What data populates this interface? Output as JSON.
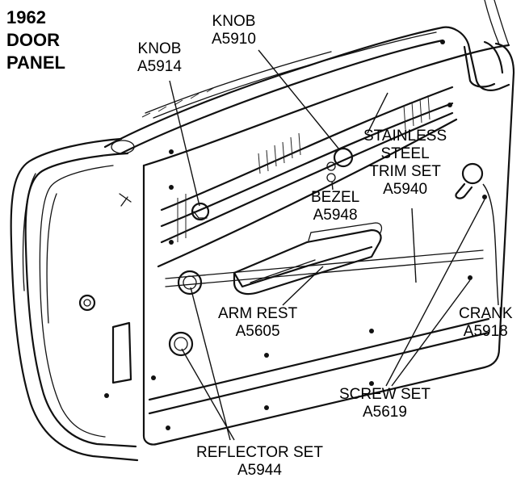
{
  "title": {
    "line1": "1962",
    "line2": "DOOR",
    "line3": "PANEL"
  },
  "labels": {
    "knob_a5914": {
      "name": "KNOB",
      "part": "A5914"
    },
    "knob_a5910": {
      "name": "KNOB",
      "part": "A5910"
    },
    "trim_set": {
      "line1": "STAINLESS",
      "line2": "STEEL",
      "line3": "TRIM SET",
      "part": "A5940"
    },
    "bezel": {
      "name": "BEZEL",
      "part": "A5948"
    },
    "arm_rest": {
      "name": "ARM REST",
      "part": "A5605"
    },
    "crank": {
      "name": "CRANK",
      "part": "A5918"
    },
    "screw_set": {
      "name": "SCREW SET",
      "part": "A5619"
    },
    "reflector_set": {
      "name": "REFLECTOR SET",
      "part": "A5944"
    }
  },
  "colors": {
    "ink": "#111111",
    "background": "#ffffff"
  }
}
